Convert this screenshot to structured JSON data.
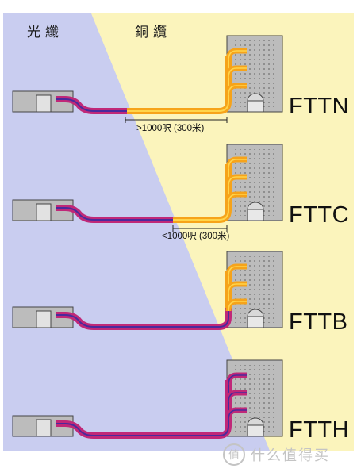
{
  "header": {
    "fiber_label": "光纖",
    "copper_label": "銅纜"
  },
  "colors": {
    "fiber_bg": "#c9cdf0",
    "copper_bg": "#fbf4bc",
    "fiber_cable": "#c02878",
    "fiber_cable_core": "#4a2a9c",
    "copper_cable": "#f6a31a",
    "copper_cable_core": "#ffd44a",
    "building": "#bcbcbc",
    "outline": "#444444"
  },
  "rows": [
    {
      "id": "fttn",
      "label": "FTTN",
      "distance_note": ">1000呎 (300米)"
    },
    {
      "id": "fttc",
      "label": "FTTC",
      "distance_note": "<1000呎 (300米)"
    },
    {
      "id": "fttb",
      "label": "FTTB",
      "distance_note": ""
    },
    {
      "id": "ftth",
      "label": "FTTH",
      "distance_note": ""
    }
  ],
  "watermark": {
    "text": "什么值得买",
    "icon": "zhi-logo-icon"
  }
}
